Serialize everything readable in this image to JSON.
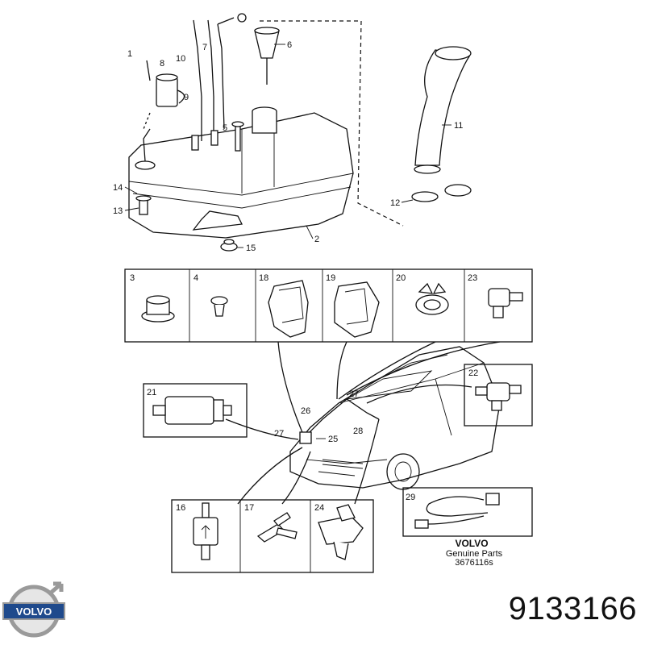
{
  "callouts": {
    "c1": "1",
    "c2": "2",
    "c3": "3",
    "c4": "4",
    "c5": "5",
    "c6": "6",
    "c7": "7",
    "c8": "8",
    "c9": "9",
    "c10": "10",
    "c11": "11",
    "c12": "12",
    "c13": "13",
    "c14": "14",
    "c15": "15",
    "c16": "16",
    "c17": "17",
    "c18": "18",
    "c19": "19",
    "c20": "20",
    "c21": "21",
    "c22": "22",
    "c23": "23",
    "c24": "24",
    "c25": "25",
    "c26": "26",
    "c27a": "27",
    "c27b": "27",
    "c28": "28",
    "c29": "29"
  },
  "stamp": {
    "brand": "VOLVO",
    "line1": "Genuine Parts",
    "line2": "3676116s"
  },
  "logo": {
    "text": "VOLVO"
  },
  "part_number": "9133166"
}
